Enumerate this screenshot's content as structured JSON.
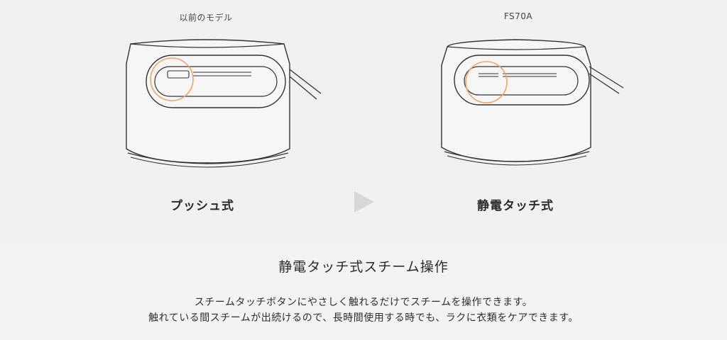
{
  "comparison": {
    "left": {
      "model_label": "以前のモデル",
      "mode_label": "プッシュ式"
    },
    "right": {
      "model_label": "FS70A",
      "mode_label": "静電タッチ式"
    },
    "highlight_color": "#f0a46a",
    "arrow_color": "#d9d6da"
  },
  "feature": {
    "title": "静電タッチ式スチーム操作",
    "description_lines": [
      "スチームタッチボタンにやさしく触れるだけでスチームを操作できます。",
      "触れている間スチームが出続けるので、長時間使用する時でも、ラクに衣類をケアできます。"
    ]
  }
}
